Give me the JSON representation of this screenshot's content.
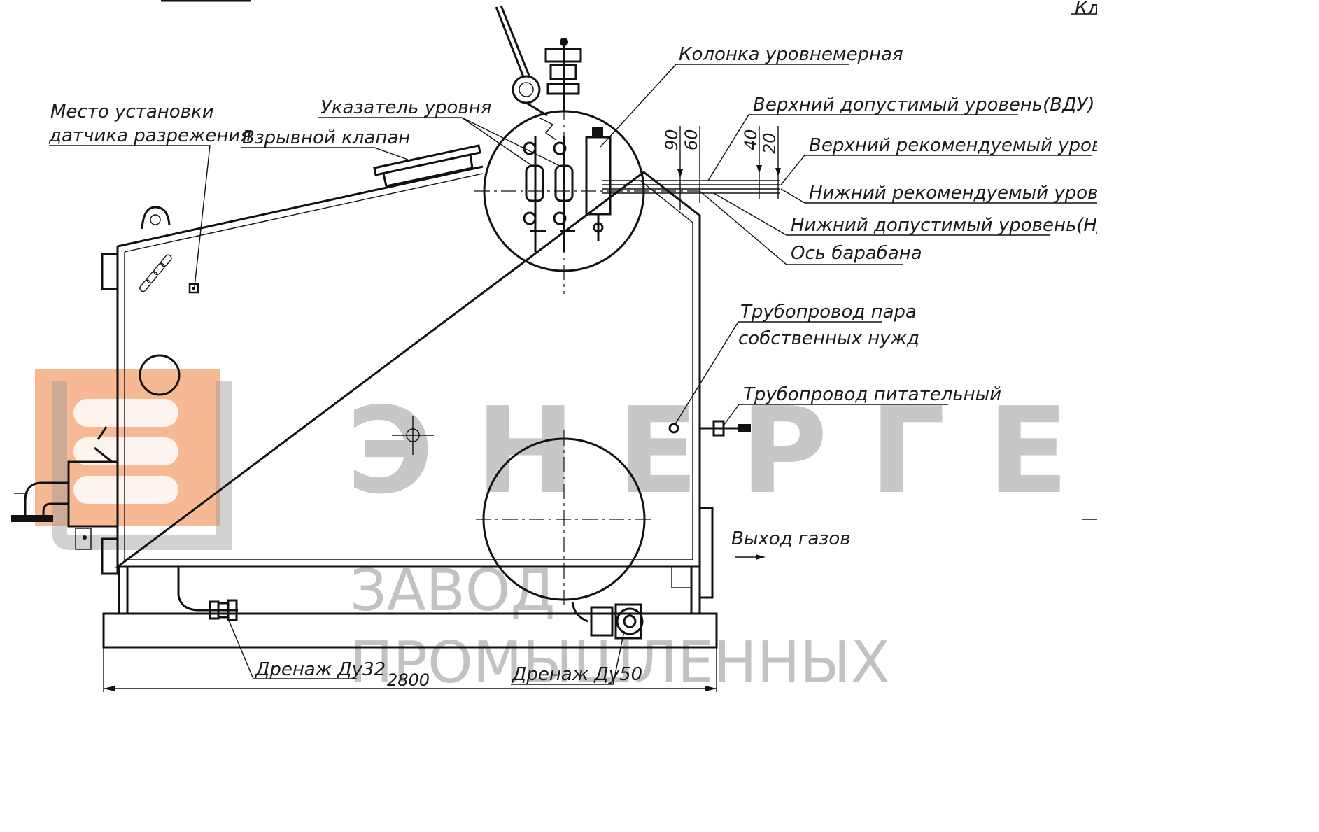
{
  "labels": {
    "sensor_place_1": "Место установки",
    "sensor_place_2": "датчика разрежения",
    "level_indicator": "Указатель уровня",
    "explosion_valve": "Взрывной клапан",
    "level_column": "Колонка уровнемерная",
    "upper_allowed": "Верхний допустимый уровень(ВДУ)",
    "upper_recommended": "Верхний рекомендуемый уровень(ВРУ)",
    "lower_recommended": "Нижний рекомендуемый уровень(НРУ)",
    "lower_allowed": "Нижний допустимый уровень(НДУ)",
    "drum_axis": "Ось барабана",
    "steam_pipe_1": "Трубопровод пара",
    "steam_pipe_2": "собственных нужд",
    "feed_pipe": "Трубопровод питательный",
    "gas_outlet": "Выход газов",
    "drain_32": "Дренаж Ду32",
    "drain_50": "Дренаж Ду50",
    "corner_fragment": "Кл"
  },
  "dimensions": {
    "d90": "90",
    "d60": "60",
    "d40": "40",
    "d20": "20",
    "overall_length": "2800"
  },
  "watermark": {
    "brand": "ЭНЕРГЕ",
    "line1": "ЗАВОД",
    "line2": "ПРОМЫШЛЕННЫХ",
    "accent_color": "#f4a070"
  }
}
